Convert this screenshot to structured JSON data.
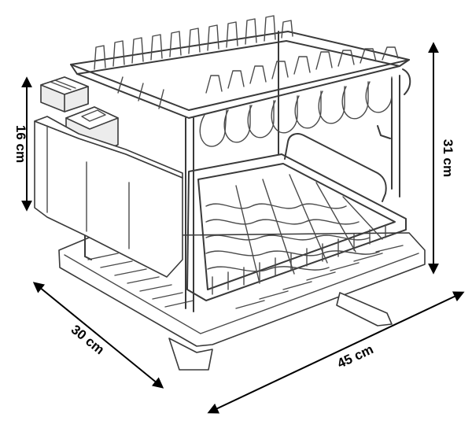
{
  "dimensions": {
    "height_small": "16 cm",
    "height_total": "31 cm",
    "depth": "30 cm",
    "width": "45 cm"
  }
}
